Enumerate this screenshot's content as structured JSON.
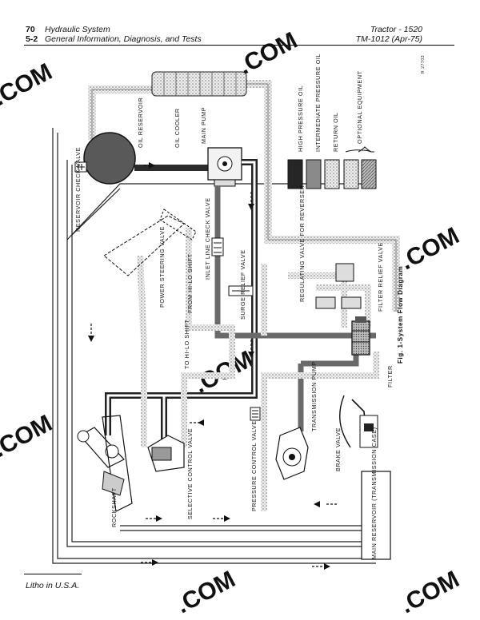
{
  "header": {
    "chapter_num": "70",
    "chapter_title": "Hydraulic System",
    "section_num": "5-2",
    "section_title": "General Information, Diagnosis, and Tests",
    "product": "Tractor - 1520",
    "manual": "TM-1012 (Apr-75)"
  },
  "figure": {
    "caption": "Fig. 1-System Flow Diagram",
    "ref": "R 27703",
    "legend_items": [
      "HIGH PRESSURE OIL",
      "INTERMEDIATE PRESSURE OIL",
      "RETURN OIL",
      "OPTIONAL EQUIPMENT"
    ],
    "labels": {
      "oil_cooler": "OIL COOLER",
      "oil_reservoir": "OIL RESERVOIR",
      "main_pump": "MAIN PUMP",
      "reservoir_check_valve": "RESERVOIR CHECK VALVE",
      "inlet_line_check_valve": "INLET LINE CHECK VALVE",
      "power_steering_valve": "POWER STEERING VALVE",
      "from_hi_lo_shift": "FROM HI-LO SHIFT",
      "surge_relief_valve": "SURGE RELIEF VALVE",
      "regulating_valve": "REGULATING VALVE FOR REVERSER",
      "filter_relief_valve": "FILTER RELIEF VALVE",
      "to_hi_lo_shift": "TO HI-LO SHIFT",
      "filter": "FILTER",
      "transmission_pump": "TRANSMISSION PUMP",
      "brake_valve": "BRAKE VALVE",
      "rockshaft": "ROCKSHAFT",
      "selective_control_valve": "SELECTIVE CONTROL VALVE",
      "pressure_control_valve": "PRESSURE CONTROL VALVE",
      "main_reservoir": "MAIN RESERVOIR (TRANSMISSION CASE)"
    }
  },
  "watermark": ".COM",
  "footer": "Litho in U.S.A.",
  "colors": {
    "high_pressure": "#262626",
    "intermediate_pressure": "#8a8a8a",
    "return_oil": "#d4d4d4",
    "optional": "#a9a9a9",
    "watermark": "#ececec"
  }
}
